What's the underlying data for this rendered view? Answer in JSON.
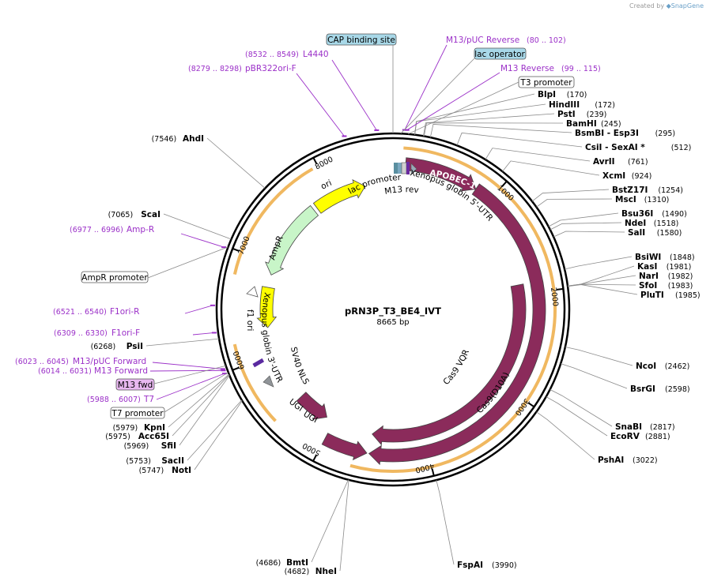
{
  "credit": {
    "prefix": "Created by",
    "brand": "SnapGene"
  },
  "plasmid": {
    "name": "pRN3P_T3_BE4_IVT",
    "length": "8665 bp",
    "length_bp": 8665
  },
  "colors": {
    "feature_cds": "#8b2b5b",
    "ori": "#ffff00",
    "ampr": "#c8f5c8",
    "promoter": "#ffffff",
    "primer": "#9b30c8",
    "misc_box": "#a8d8e8",
    "primer_box": "#e8b8f0",
    "orange_ring": "#f0b860"
  },
  "ticks": [
    {
      "label": "1000",
      "bp": 1000
    },
    {
      "label": "2000",
      "bp": 2000
    },
    {
      "label": "3000",
      "bp": 3000
    },
    {
      "label": "4000",
      "bp": 4000
    },
    {
      "label": "5000",
      "bp": 5000
    },
    {
      "label": "6000",
      "bp": 6000
    },
    {
      "label": "7000",
      "bp": 7000
    },
    {
      "label": "8000",
      "bp": 8000
    }
  ],
  "features": [
    {
      "label": "APOBEC-1",
      "start": 120,
      "end": 830,
      "track": 0,
      "color": "#8b2b5b",
      "inside": true
    },
    {
      "label": "Cas9(D10A)",
      "start": 830,
      "end": 4560,
      "track": 0,
      "color": "#8b2b5b"
    },
    {
      "label": "Cas9 VQR",
      "start": 1900,
      "end": 4560,
      "track": 1,
      "color": "#8b2b5b"
    },
    {
      "label": "UGI",
      "start": 4580,
      "end": 5000,
      "track": 0,
      "color": "#8b2b5b"
    },
    {
      "label": "UGI",
      "start": 5090,
      "end": 5450,
      "track": 1,
      "color": "#8b2b5b"
    },
    {
      "label": "ori",
      "start": 7780,
      "end": 8360,
      "track": 1,
      "color": "#ffff00"
    },
    {
      "label": "AmpR",
      "start": 6880,
      "end": 7740,
      "track": 1,
      "color": "#c8f5c8"
    },
    {
      "label": "f1 ori",
      "start": 6300,
      "end": 6740,
      "track": 1,
      "color": "#ffff00"
    }
  ],
  "text_features": [
    {
      "label": "lac promoter"
    },
    {
      "label": "M13 rev"
    },
    {
      "label": "Xenopus globin 5'-UTR"
    },
    {
      "label": "Xenopus globin 3'-UTR"
    },
    {
      "label": "SV40 NLS"
    }
  ],
  "enzymes_right": [
    {
      "name": "BlpI",
      "pos": "(170)"
    },
    {
      "name": "HindIII",
      "pos": "(172)"
    },
    {
      "name": "PstI",
      "pos": "(239)"
    },
    {
      "name": "BamHI",
      "pos": "(245)"
    },
    {
      "name": "BsmBI - Esp3I",
      "pos": "(295)"
    },
    {
      "name": "CsiI - SexAI *",
      "pos": "(512)"
    },
    {
      "name": "AvrII",
      "pos": "(761)"
    },
    {
      "name": "XcmI",
      "pos": "(924)"
    },
    {
      "name": "BstZ17I",
      "pos": "(1254)"
    },
    {
      "name": "MscI",
      "pos": "(1310)"
    },
    {
      "name": "Bsu36I",
      "pos": "(1490)"
    },
    {
      "name": "NdeI",
      "pos": "(1518)"
    },
    {
      "name": "SalI",
      "pos": "(1580)"
    },
    {
      "name": "BsiWI",
      "pos": "(1848)"
    },
    {
      "name": "KasI",
      "pos": "(1981)"
    },
    {
      "name": "NarI",
      "pos": "(1982)"
    },
    {
      "name": "SfoI",
      "pos": "(1983)"
    },
    {
      "name": "PluTI",
      "pos": "(1985)"
    },
    {
      "name": "NcoI",
      "pos": "(2462)"
    },
    {
      "name": "BsrGI",
      "pos": "(2598)"
    },
    {
      "name": "SnaBI",
      "pos": "(2817)"
    },
    {
      "name": "EcoRV",
      "pos": "(2881)"
    },
    {
      "name": "PshAI",
      "pos": "(3022)"
    },
    {
      "name": "FspAI",
      "pos": "(3990)"
    }
  ],
  "enzymes_left": [
    {
      "name": "AhdI",
      "pos": "(7546)"
    },
    {
      "name": "ScaI",
      "pos": "(7065)"
    },
    {
      "name": "PsiI",
      "pos": "(6268)"
    },
    {
      "name": "KpnI",
      "pos": "(5979)"
    },
    {
      "name": "Acc65I",
      "pos": "(5975)"
    },
    {
      "name": "SfiI",
      "pos": "(5969)"
    },
    {
      "name": "SacII",
      "pos": "(5753)"
    },
    {
      "name": "NotI",
      "pos": "(5747)"
    },
    {
      "name": "BmtI",
      "pos": "(4686)"
    },
    {
      "name": "NheI",
      "pos": "(4682)"
    }
  ],
  "primers_top": [
    {
      "name": "M13/pUC Reverse",
      "pos": "(80 .. 102)"
    },
    {
      "name": "M13 Reverse",
      "pos": "(99 .. 115)"
    },
    {
      "name": "L4440",
      "pos": "(8532 .. 8549)"
    },
    {
      "name": "pBR322ori-F",
      "pos": "(8279 .. 8298)"
    }
  ],
  "primers_left": [
    {
      "name": "Amp-R",
      "pos": "(6977 .. 6996)"
    },
    {
      "name": "F1ori-R",
      "pos": "(6521 .. 6540)"
    },
    {
      "name": "F1ori-F",
      "pos": "(6309 .. 6330)"
    },
    {
      "name": "M13/pUC Forward",
      "pos": "(6023 .. 6045)"
    },
    {
      "name": "M13 Forward",
      "pos": "(6014 .. 6031)"
    },
    {
      "name": "T7",
      "pos": "(5988 .. 6007)"
    }
  ],
  "boxes": {
    "cap": "CAP binding site",
    "lac_operator": "lac operator",
    "t3": "T3 promoter",
    "ampr_promoter": "AmpR promoter",
    "m13fwd": "M13 fwd",
    "t7": "T7 promoter"
  }
}
